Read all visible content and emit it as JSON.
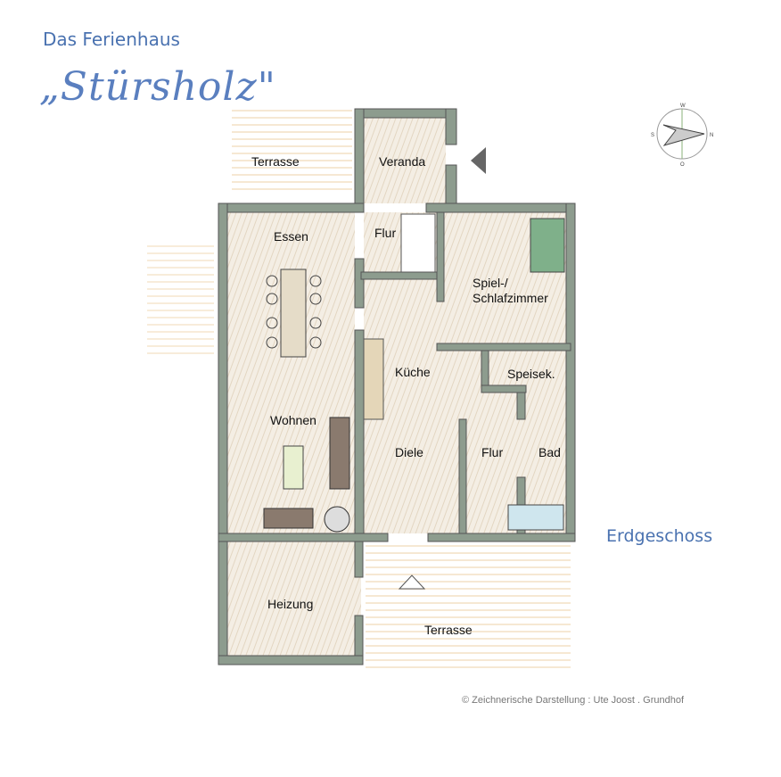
{
  "header": {
    "title": "Das Ferienhaus",
    "house_name": "„Stürsholz\""
  },
  "floor_name": "Erdgeschoss",
  "credit": "© Zeichnerische Darstellung : Ute Joost . Grundhof",
  "compass": {
    "north": "N",
    "south": "S",
    "west": "W",
    "east": "O"
  },
  "rooms": {
    "terrasse_top": "Terrasse",
    "veranda": "Veranda",
    "essen": "Essen",
    "flur_top": "Flur",
    "spiel_line1": "Spiel-/",
    "spiel_line2": "Schlafzimmer",
    "kueche": "Küche",
    "speisek": "Speisek.",
    "wohnen": "Wohnen",
    "diele": "Diele",
    "flur": "Flur",
    "bad": "Bad",
    "heizung": "Heizung",
    "terrasse_bottom": "Terrasse"
  },
  "colors": {
    "wall": "#8d9c8e",
    "floor": "#efe6d6",
    "text_blue": "#4a72b0"
  }
}
